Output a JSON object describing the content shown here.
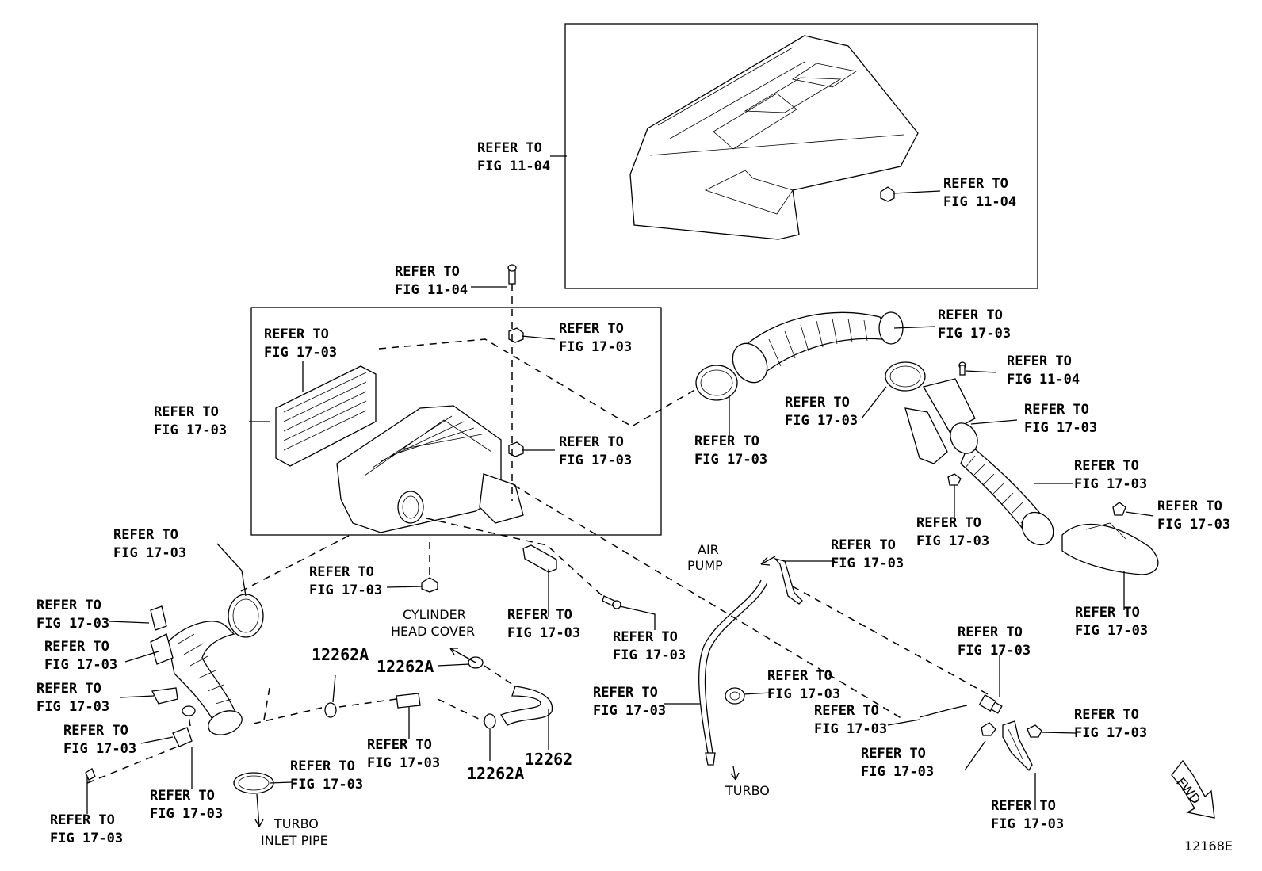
{
  "refer_label": "REFER TO",
  "fig": {
    "f1104": "FIG 11-04",
    "f1703": "FIG 17-03"
  },
  "part_numbers": {
    "p12262": "12262",
    "p12262A": "12262A"
  },
  "destinations": {
    "air_pump_1": "AIR",
    "air_pump_2": "PUMP",
    "cyl_head_1": "CYLINDER",
    "cyl_head_2": "HEAD COVER",
    "turbo": "TURBO",
    "turbo_inlet_1": "TURBO",
    "turbo_inlet_2": "INLET PIPE"
  },
  "fwd": "FWD",
  "illustration_code": "12168E"
}
